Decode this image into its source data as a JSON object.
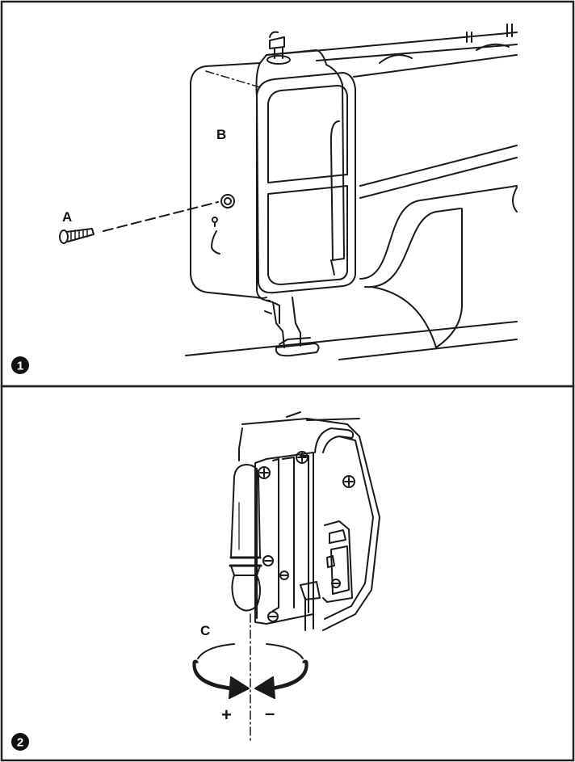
{
  "panel1": {
    "step_badge": "1",
    "labels": {
      "screw": "A",
      "cover": "B"
    }
  },
  "panel2": {
    "step_badge": "2",
    "labels": {
      "adjuster": "C",
      "plus": "+",
      "minus": "–"
    }
  },
  "colors": {
    "line": "#1a1a1a",
    "border": "#222222",
    "background": "#ffffff"
  }
}
